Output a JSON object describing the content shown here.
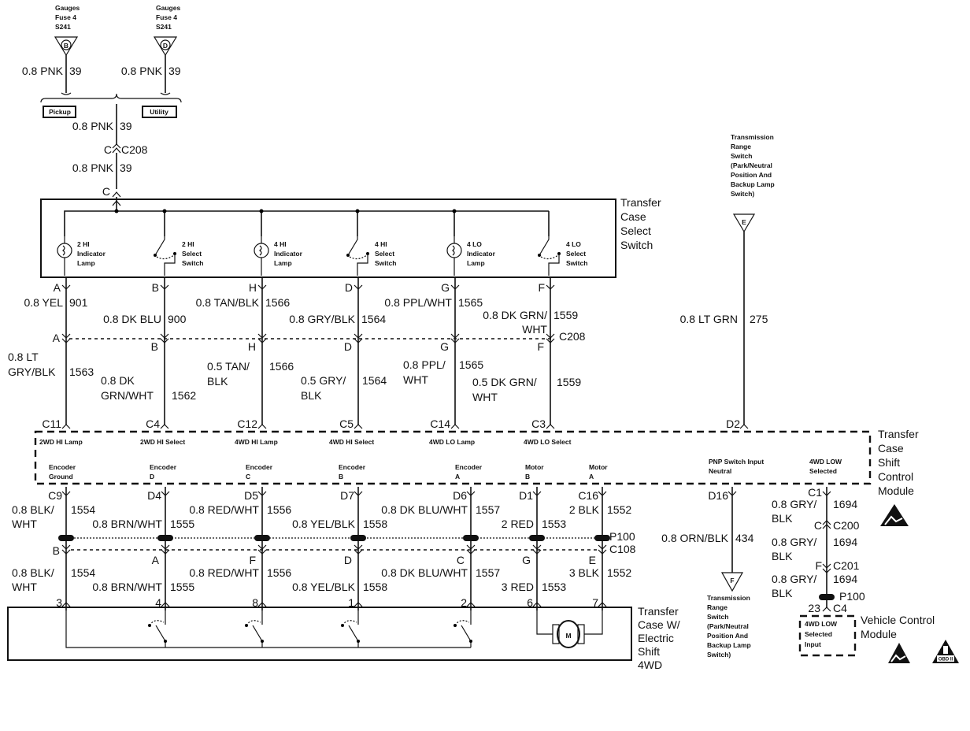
{
  "fuses": [
    {
      "lines": [
        "Gauges",
        "Fuse 4",
        "S241"
      ],
      "terminal": "B",
      "wire": "0.8 PNK",
      "circuit": "39"
    },
    {
      "lines": [
        "Gauges",
        "Fuse 4",
        "S241"
      ],
      "terminal": "D",
      "wire": "0.8 PNK",
      "circuit": "39"
    }
  ],
  "variants": {
    "pickup": "Pickup",
    "utility": "Utility"
  },
  "feed": {
    "wire1": "0.8 PNK",
    "circuit1": "39",
    "conn_pin": "C",
    "conn": "C208",
    "wire2": "0.8 PNK",
    "circuit2": "39",
    "switch_pin": "C"
  },
  "select_switch": {
    "title": [
      "Transfer",
      "Case",
      "Select",
      "Switch"
    ],
    "components": [
      [
        "2 HI",
        "Indicator",
        "Lamp"
      ],
      [
        "2 HI",
        "Select",
        "Switch"
      ],
      [
        "4 HI",
        "Indicator",
        "Lamp"
      ],
      [
        "4 HI",
        "Select",
        "Switch"
      ],
      [
        "4 LO",
        "Indicator",
        "Lamp"
      ],
      [
        "4 LO",
        "Select",
        "Switch"
      ]
    ],
    "pins": [
      "A",
      "B",
      "H",
      "D",
      "G",
      "F"
    ]
  },
  "upper_wires": [
    {
      "wire": [
        "0.8 YEL"
      ],
      "circuit": "901"
    },
    {
      "wire": [
        "0.8 DK BLU"
      ],
      "circuit": "900"
    },
    {
      "wire": [
        "0.8 TAN/BLK"
      ],
      "circuit": "1566"
    },
    {
      "wire": [
        "0.8 GRY/BLK"
      ],
      "circuit": "1564"
    },
    {
      "wire": [
        "0.8 PPL/WHT"
      ],
      "circuit": "1565"
    },
    {
      "wire": [
        "0.8 DK GRN/",
        "WHT"
      ],
      "circuit": "1559"
    }
  ],
  "c208": {
    "name": "C208",
    "pins": [
      "A",
      "B",
      "H",
      "D",
      "G",
      "F"
    ]
  },
  "lower_wires": [
    {
      "wire": [
        "0.8 LT",
        "GRY/BLK"
      ],
      "circuit": "1563"
    },
    {
      "wire": [
        "0.8 DK",
        "GRN/WHT"
      ],
      "circuit": "1562"
    },
    {
      "wire": [
        "0.5 TAN/",
        "BLK"
      ],
      "circuit": "1566"
    },
    {
      "wire": [
        "0.5 GRY/",
        "BLK"
      ],
      "circuit": "1564"
    },
    {
      "wire": [
        "0.8 PPL/",
        "WHT"
      ],
      "circuit": "1565"
    },
    {
      "wire": [
        "0.5 DK GRN/",
        "WHT"
      ],
      "circuit": "1559"
    }
  ],
  "module_pins_top": [
    "C11",
    "C4",
    "C12",
    "C5",
    "C14",
    "C3",
    "D2"
  ],
  "module": {
    "title": [
      "Transfer",
      "Case",
      "Shift",
      "Control",
      "Module"
    ],
    "inputs": [
      "2WD HI Lamp",
      "2WD HI Select",
      "4WD HI Lamp",
      "4WD HI Select",
      "4WD LO Lamp",
      "4WD LO Select"
    ],
    "outputs": [
      [
        "Encoder",
        "Ground"
      ],
      [
        "Encoder",
        "D"
      ],
      [
        "Encoder",
        "C"
      ],
      [
        "Encoder",
        "B"
      ],
      [
        "Encoder",
        "A"
      ],
      [
        "Motor",
        "B"
      ],
      [
        "Motor",
        "A"
      ]
    ],
    "pnp": [
      "PNP Switch Input",
      "Neutral"
    ],
    "low": [
      "4WD LOW",
      "Selected"
    ]
  },
  "module_pins_bottom": [
    "C9",
    "D4",
    "D5",
    "D7",
    "D6",
    "D1",
    "C16"
  ],
  "motor_wires_a": [
    {
      "wire": [
        "0.8 BLK/",
        "WHT"
      ],
      "circuit": "1554"
    },
    {
      "wire": [
        "0.8 BRN/WHT"
      ],
      "circuit": "1555"
    },
    {
      "wire": [
        "0.8 RED/WHT"
      ],
      "circuit": "1556"
    },
    {
      "wire": [
        "0.8 YEL/BLK"
      ],
      "circuit": "1558"
    },
    {
      "wire": [
        "0.8 DK BLU/WHT"
      ],
      "circuit": "1557"
    },
    {
      "wire": [
        "2 RED"
      ],
      "circuit": "1553"
    },
    {
      "wire": [
        "2 BLK"
      ],
      "circuit": "1552"
    }
  ],
  "p100": "P100",
  "c108": {
    "name": "C108",
    "pins": [
      "B",
      "A",
      "F",
      "D",
      "C",
      "G",
      "E"
    ]
  },
  "motor_wires_b": [
    {
      "wire": [
        "0.8 BLK/",
        "WHT"
      ],
      "circuit": "1554"
    },
    {
      "wire": [
        "0.8 BRN/WHT"
      ],
      "circuit": "1555"
    },
    {
      "wire": [
        "0.8 RED/WHT"
      ],
      "circuit": "1556"
    },
    {
      "wire": [
        "0.8 YEL/BLK"
      ],
      "circuit": "1558"
    },
    {
      "wire": [
        "0.8 DK BLU/WHT"
      ],
      "circuit": "1557"
    },
    {
      "wire": [
        "3 RED"
      ],
      "circuit": "1553"
    },
    {
      "wire": [
        "3 BLK"
      ],
      "circuit": "1552"
    }
  ],
  "transfer_case_pins": [
    "3",
    "4",
    "8",
    "1",
    "2",
    "6",
    "7"
  ],
  "transfer_case": {
    "title": [
      "Transfer",
      "Case W/",
      "Electric",
      "Shift",
      "4WD"
    ],
    "motor": "M"
  },
  "trs_upper": {
    "lines": [
      "Transmission",
      "Range",
      "Switch",
      "(Park/Neutral",
      "Position And",
      "Backup Lamp",
      "Switch)"
    ],
    "terminal": "E",
    "wire": "0.8 LT GRN",
    "circuit": "275"
  },
  "trs_lower": {
    "pin": "D16",
    "lines": [
      "Transmission",
      "Range",
      "Switch",
      "(Park/Neutral",
      "Position And",
      "Backup Lamp",
      "Switch)"
    ],
    "terminal": "F",
    "wire": "0.8 ORN/BLK",
    "circuit": "434"
  },
  "vcm_branch": {
    "pin": "C1",
    "segments": [
      {
        "wire": [
          "0.8 GRY/",
          "BLK"
        ],
        "circuit": "1694"
      },
      {
        "wire": [
          "0.8 GRY/",
          "BLK"
        ],
        "circuit": "1694"
      },
      {
        "wire": [
          "0.8 GRY/",
          "BLK"
        ],
        "circuit": "1694"
      }
    ],
    "c200_pin": "C",
    "c200": "C200",
    "c201_pin": "F",
    "c201": "C201",
    "p100": "P100",
    "vcm_pin": "23",
    "vcm_conn": "C4",
    "input": [
      "4WD LOW",
      "Selected",
      "Input"
    ]
  },
  "vcm": {
    "title": [
      "Vehicle Control",
      "Module"
    ]
  },
  "icons": {
    "esd": "esd-sensitive-icon",
    "obd": "OBD II"
  }
}
